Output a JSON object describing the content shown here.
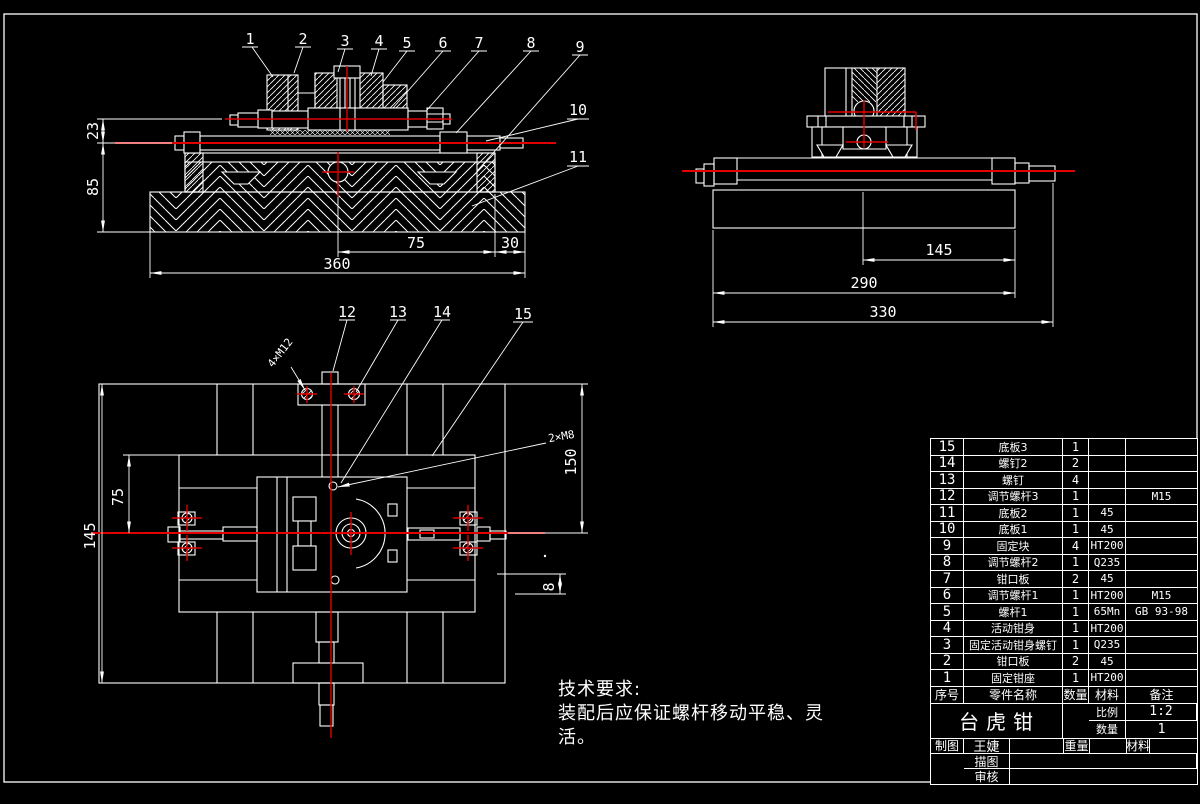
{
  "colors": {
    "background": "#000000",
    "line": "#ffffff",
    "centerline": "#e00000"
  },
  "views": {
    "front": {
      "callouts": [
        "1",
        "2",
        "3",
        "4",
        "5",
        "6",
        "7",
        "8",
        "9",
        "10",
        "11"
      ],
      "dims": {
        "w75": "75",
        "w30": "30",
        "w360": "360",
        "h23": "23",
        "h85": "85"
      }
    },
    "side": {
      "dims": {
        "d145": "145",
        "d290": "290",
        "d330": "330"
      }
    },
    "plan": {
      "callouts": [
        "12",
        "13",
        "14",
        "15"
      ],
      "dims": {
        "d145": "145",
        "d75": "75",
        "d150": "150",
        "d8": "8"
      },
      "annotations": {
        "holes_m12": "4×M12",
        "holes_m8": "2×M8"
      }
    }
  },
  "tech_req": {
    "title": "技术要求:",
    "lines": [
      "装配后应保证螺杆移动平稳、灵",
      "活。"
    ]
  },
  "bom": {
    "rows": [
      {
        "no": "15",
        "name": "底板3",
        "qty": "1",
        "material": "",
        "note": ""
      },
      {
        "no": "14",
        "name": "螺钉2",
        "qty": "2",
        "material": "",
        "note": ""
      },
      {
        "no": "13",
        "name": "螺钉",
        "qty": "4",
        "material": "",
        "note": ""
      },
      {
        "no": "12",
        "name": "调节螺杆3",
        "qty": "1",
        "material": "",
        "note": "M15"
      },
      {
        "no": "11",
        "name": "底板2",
        "qty": "1",
        "material": "45",
        "note": ""
      },
      {
        "no": "10",
        "name": "底板1",
        "qty": "1",
        "material": "45",
        "note": ""
      },
      {
        "no": "9",
        "name": "固定块",
        "qty": "4",
        "material": "HT200",
        "note": ""
      },
      {
        "no": "8",
        "name": "调节螺杆2",
        "qty": "1",
        "material": "Q235",
        "note": ""
      },
      {
        "no": "7",
        "name": "钳口板",
        "qty": "2",
        "material": "45",
        "note": ""
      },
      {
        "no": "6",
        "name": "调节螺杆1",
        "qty": "1",
        "material": "HT200",
        "note": "M15"
      },
      {
        "no": "5",
        "name": "螺杆1",
        "qty": "1",
        "material": "65Mn",
        "note": "GB 93-98"
      },
      {
        "no": "4",
        "name": "活动钳身",
        "qty": "1",
        "material": "HT200",
        "note": ""
      },
      {
        "no": "3",
        "name": "固定活动钳身螺钉",
        "qty": "1",
        "material": "Q235",
        "note": ""
      },
      {
        "no": "2",
        "name": "钳口板",
        "qty": "2",
        "material": "45",
        "note": ""
      },
      {
        "no": "1",
        "name": "固定钳座",
        "qty": "1",
        "material": "HT200",
        "note": ""
      }
    ],
    "header": {
      "no": "序号",
      "name": "零件名称",
      "qty": "数量",
      "material": "材料",
      "note": "备注"
    },
    "title": "台虎钳",
    "scale_label": "比例",
    "scale_value": "1:2",
    "qty_label": "数量",
    "qty_value": "1",
    "drawn_label": "制图",
    "drawn_by": "王婕",
    "weight_label": "重量",
    "material_label": "材料",
    "traced_label": "描图",
    "checked_label": "审核"
  }
}
